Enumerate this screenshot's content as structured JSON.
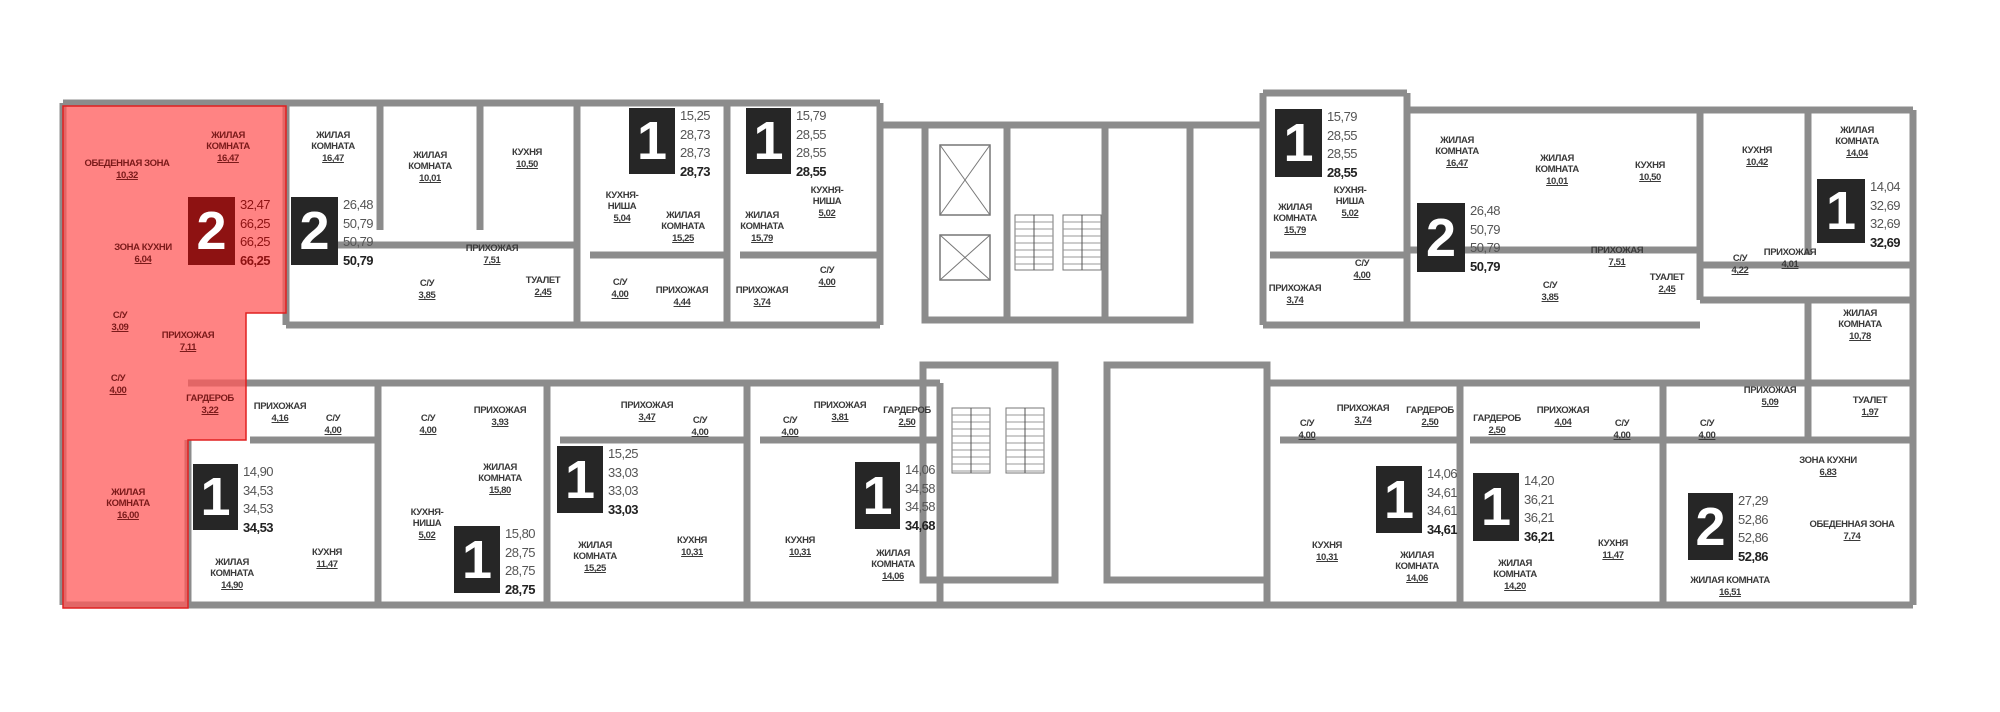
{
  "floor_plan": {
    "colors": {
      "highlight": "#ff5a5a",
      "badge": "#262626",
      "badge_selected": "#8e1212",
      "wall": "#8c8c8c"
    },
    "apartments": [
      {
        "rooms_count": "2",
        "areas": [
          "32,47",
          "66,25",
          "66,25",
          "66,25"
        ],
        "selected": true,
        "rooms": [
          {
            "name": "ОБЕДЕННАЯ ЗОНА",
            "area": "10,32"
          },
          {
            "name": "ЖИЛАЯ КОМНАТА",
            "area": "16,47"
          },
          {
            "name": "ЗОНА КУХНИ",
            "area": "6,04"
          },
          {
            "name": "С/У",
            "area": "3,09"
          },
          {
            "name": "ПРИХОЖАЯ",
            "area": "7,11"
          },
          {
            "name": "С/У",
            "area": "4,00"
          },
          {
            "name": "ГАРДЕРОБ",
            "area": "3,22"
          },
          {
            "name": "ЖИЛАЯ КОМНАТА",
            "area": "16,00"
          }
        ]
      },
      {
        "rooms_count": "2",
        "areas": [
          "26,48",
          "50,79",
          "50,79",
          "50,79"
        ],
        "selected": false,
        "rooms": [
          {
            "name": "ЖИЛАЯ КОМНАТА",
            "area": "16,47"
          },
          {
            "name": "ЖИЛАЯ КОМНАТА",
            "area": "10,01"
          },
          {
            "name": "КУХНЯ",
            "area": "10,50"
          },
          {
            "name": "ПРИХОЖАЯ",
            "area": "7,51"
          },
          {
            "name": "С/У",
            "area": "3,85"
          },
          {
            "name": "ТУАЛЕТ",
            "area": "2,45"
          }
        ]
      },
      {
        "rooms_count": "1",
        "areas": [
          "15,25",
          "28,73",
          "28,73",
          "28,73"
        ],
        "selected": false,
        "rooms": [
          {
            "name": "КУХНЯ-НИША",
            "area": "5,04"
          },
          {
            "name": "ЖИЛАЯ КОМНАТА",
            "area": "15,25"
          },
          {
            "name": "С/У",
            "area": "4,00"
          },
          {
            "name": "ПРИХОЖАЯ",
            "area": "4,44"
          }
        ]
      },
      {
        "rooms_count": "1",
        "areas": [
          "15,79",
          "28,55",
          "28,55",
          "28,55"
        ],
        "selected": false,
        "rooms": [
          {
            "name": "ЖИЛАЯ КОМНАТА",
            "area": "15,79"
          },
          {
            "name": "КУХНЯ-НИША",
            "area": "5,02"
          },
          {
            "name": "С/У",
            "area": "4,00"
          },
          {
            "name": "ПРИХОЖАЯ",
            "area": "3,74"
          }
        ]
      },
      {
        "rooms_count": "1",
        "areas": [
          "15,79",
          "28,55",
          "28,55",
          "28,55"
        ],
        "selected": false,
        "rooms": [
          {
            "name": "ЖИЛАЯ КОМНАТА",
            "area": "15,79"
          },
          {
            "name": "КУХНЯ-НИША",
            "area": "5,02"
          },
          {
            "name": "С/У",
            "area": "4,00"
          },
          {
            "name": "ПРИХОЖАЯ",
            "area": "3,74"
          }
        ]
      },
      {
        "rooms_count": "2",
        "areas": [
          "26,48",
          "50,79",
          "50,79",
          "50,79"
        ],
        "selected": false,
        "rooms": [
          {
            "name": "ЖИЛАЯ КОМНАТА",
            "area": "16,47"
          },
          {
            "name": "ЖИЛАЯ КОМНАТА",
            "area": "10,01"
          },
          {
            "name": "КУХНЯ",
            "area": "10,50"
          },
          {
            "name": "ПРИХОЖАЯ",
            "area": "7,51"
          },
          {
            "name": "С/У",
            "area": "3,85"
          },
          {
            "name": "ТУАЛЕТ",
            "area": "2,45"
          }
        ]
      },
      {
        "rooms_count": "1",
        "areas": [
          "14,04",
          "32,69",
          "32,69",
          "32,69"
        ],
        "selected": false,
        "rooms": [
          {
            "name": "КУХНЯ",
            "area": "10,42"
          },
          {
            "name": "ЖИЛАЯ КОМНАТА",
            "area": "14,04"
          },
          {
            "name": "С/У",
            "area": "4,22"
          },
          {
            "name": "ПРИХОЖАЯ",
            "area": "4,01"
          }
        ]
      },
      {
        "rooms_count": "2",
        "areas": [
          "27,29",
          "52,86",
          "52,86",
          "52,86"
        ],
        "selected": false,
        "rooms": [
          {
            "name": "ЖИЛАЯ КОМНАТА",
            "area": "10,78"
          },
          {
            "name": "ПРИХОЖАЯ",
            "area": "5,09"
          },
          {
            "name": "ТУАЛЕТ",
            "area": "1,97"
          },
          {
            "name": "ЗОНА КУХНИ",
            "area": "6,83"
          },
          {
            "name": "ОБЕДЕННАЯ ЗОНА",
            "area": "7,74"
          },
          {
            "name": "ЖИЛАЯ КОМНАТА",
            "area": "16,51"
          },
          {
            "name": "С/У",
            "area": "4,00"
          }
        ]
      },
      {
        "rooms_count": "1",
        "areas": [
          "14,20",
          "36,21",
          "36,21",
          "36,21"
        ],
        "selected": false,
        "rooms": [
          {
            "name": "ЖИЛАЯ КОМНАТА",
            "area": "14,20"
          },
          {
            "name": "ГАРДЕРОБ",
            "area": "2,50"
          },
          {
            "name": "ПРИХОЖАЯ",
            "area": "4,04"
          },
          {
            "name": "С/У",
            "area": "4,00"
          },
          {
            "name": "КУХНЯ",
            "area": "11,47"
          }
        ]
      },
      {
        "rooms_count": "1",
        "areas": [
          "14,06",
          "34,61",
          "34,61",
          "34,61"
        ],
        "selected": false,
        "rooms": [
          {
            "name": "ЖИЛАЯ КОМНАТА",
            "area": "14,06"
          },
          {
            "name": "ГАРДЕРОБ",
            "area": "2,50"
          },
          {
            "name": "ПРИХОЖАЯ",
            "area": "3,74"
          },
          {
            "name": "С/У",
            "area": "4,00"
          },
          {
            "name": "КУХНЯ",
            "area": "10,31"
          }
        ]
      },
      {
        "rooms_count": "1",
        "areas": [
          "14,06",
          "34,58",
          "34,58",
          "34,68"
        ],
        "selected": false,
        "rooms": [
          {
            "name": "ЖИЛАЯ КОМНАТА",
            "area": "14,06"
          },
          {
            "name": "ГАРДЕРОБ",
            "area": "2,50"
          },
          {
            "name": "ПРИХОЖАЯ",
            "area": "3,81"
          },
          {
            "name": "С/У",
            "area": "4,00"
          },
          {
            "name": "КУХНЯ",
            "area": "10,31"
          }
        ]
      },
      {
        "rooms_count": "1",
        "areas": [
          "15,25",
          "33,03",
          "33,03",
          "33,03"
        ],
        "selected": false,
        "rooms": [
          {
            "name": "ЖИЛАЯ КОМНАТА",
            "area": "15,25"
          },
          {
            "name": "ПРИХОЖАЯ",
            "area": "3,47"
          },
          {
            "name": "С/У",
            "area": "4,00"
          },
          {
            "name": "КУХНЯ",
            "area": "10,31"
          }
        ]
      },
      {
        "rooms_count": "1",
        "areas": [
          "15,80",
          "28,75",
          "28,75",
          "28,75"
        ],
        "selected": false,
        "rooms": [
          {
            "name": "ЖИЛАЯ КОМНАТА",
            "area": "15,80"
          },
          {
            "name": "КУХНЯ-НИША",
            "area": "5,02"
          },
          {
            "name": "ПРИХОЖАЯ",
            "area": "3,93"
          },
          {
            "name": "С/У",
            "area": "4,00"
          }
        ]
      },
      {
        "rooms_count": "1",
        "areas": [
          "14,90",
          "34,53",
          "34,53",
          "34,53"
        ],
        "selected": false,
        "rooms": [
          {
            "name": "ЖИЛАЯ КОМНАТА",
            "area": "14,90"
          },
          {
            "name": "КУХНЯ",
            "area": "11,47"
          },
          {
            "name": "ПРИХОЖАЯ",
            "area": "4,16"
          },
          {
            "name": "С/У",
            "area": "4,00"
          }
        ]
      }
    ]
  }
}
